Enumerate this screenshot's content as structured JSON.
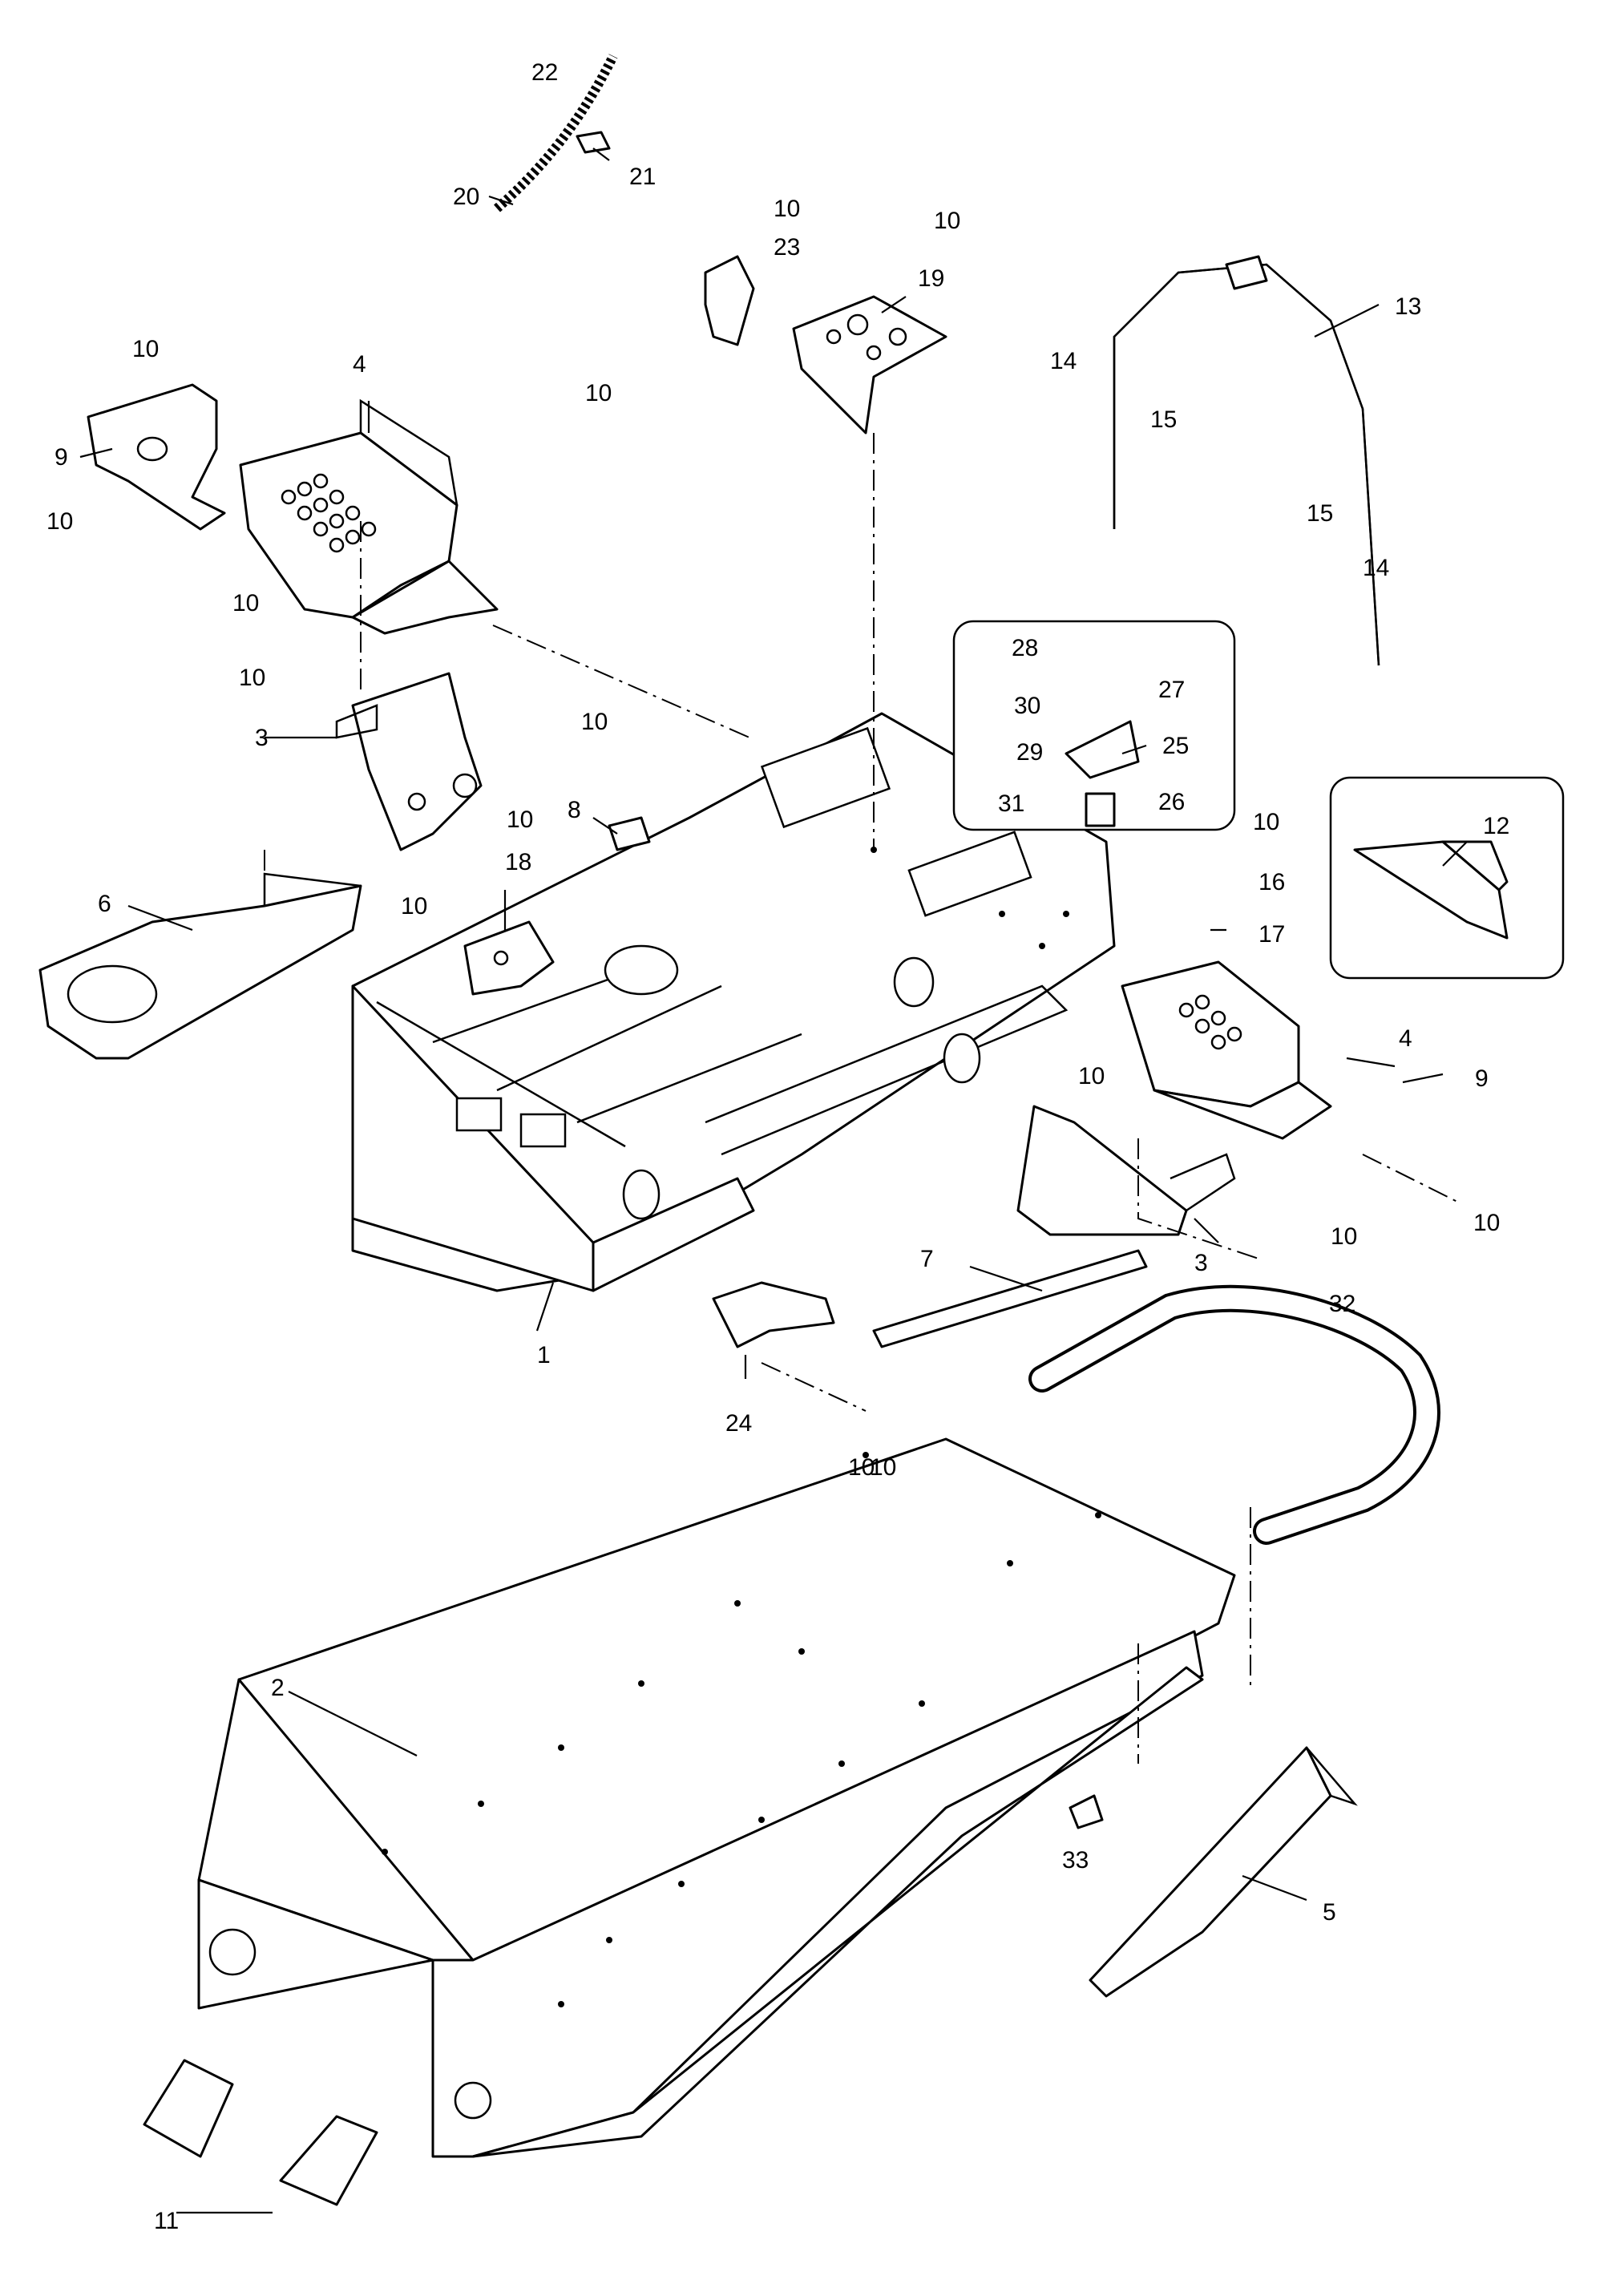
{
  "callouts": {
    "c1": "1",
    "c2": "2",
    "c3a": "3",
    "c3b": "3",
    "c4a": "4",
    "c4b": "4",
    "c5": "5",
    "c6": "6",
    "c7": "7",
    "c8": "8",
    "c9a": "9",
    "c9b": "9",
    "c10a": "10",
    "c10b": "10",
    "c10c": "10",
    "c10d": "10",
    "c10e": "10",
    "c10f": "10",
    "c10g": "10",
    "c10h": "10",
    "c10i": "10",
    "c10j": "10",
    "c10k": "10",
    "c10l": "10",
    "c10m": "10",
    "c10n": "10",
    "c10o": "10",
    "c10p": "10",
    "c11": "11",
    "c12": "12",
    "c13": "13",
    "c14a": "14",
    "c14b": "14",
    "c15a": "15",
    "c15b": "15",
    "c16": "16",
    "c17": "17",
    "c18": "18",
    "c19": "19",
    "c20": "20",
    "c21": "21",
    "c22": "22",
    "c23": "23",
    "c24": "24",
    "c25": "25",
    "c26": "26",
    "c27": "27",
    "c28": "28",
    "c29": "29",
    "c30": "30",
    "c31": "31",
    "c32": "32",
    "c33": "33"
  }
}
